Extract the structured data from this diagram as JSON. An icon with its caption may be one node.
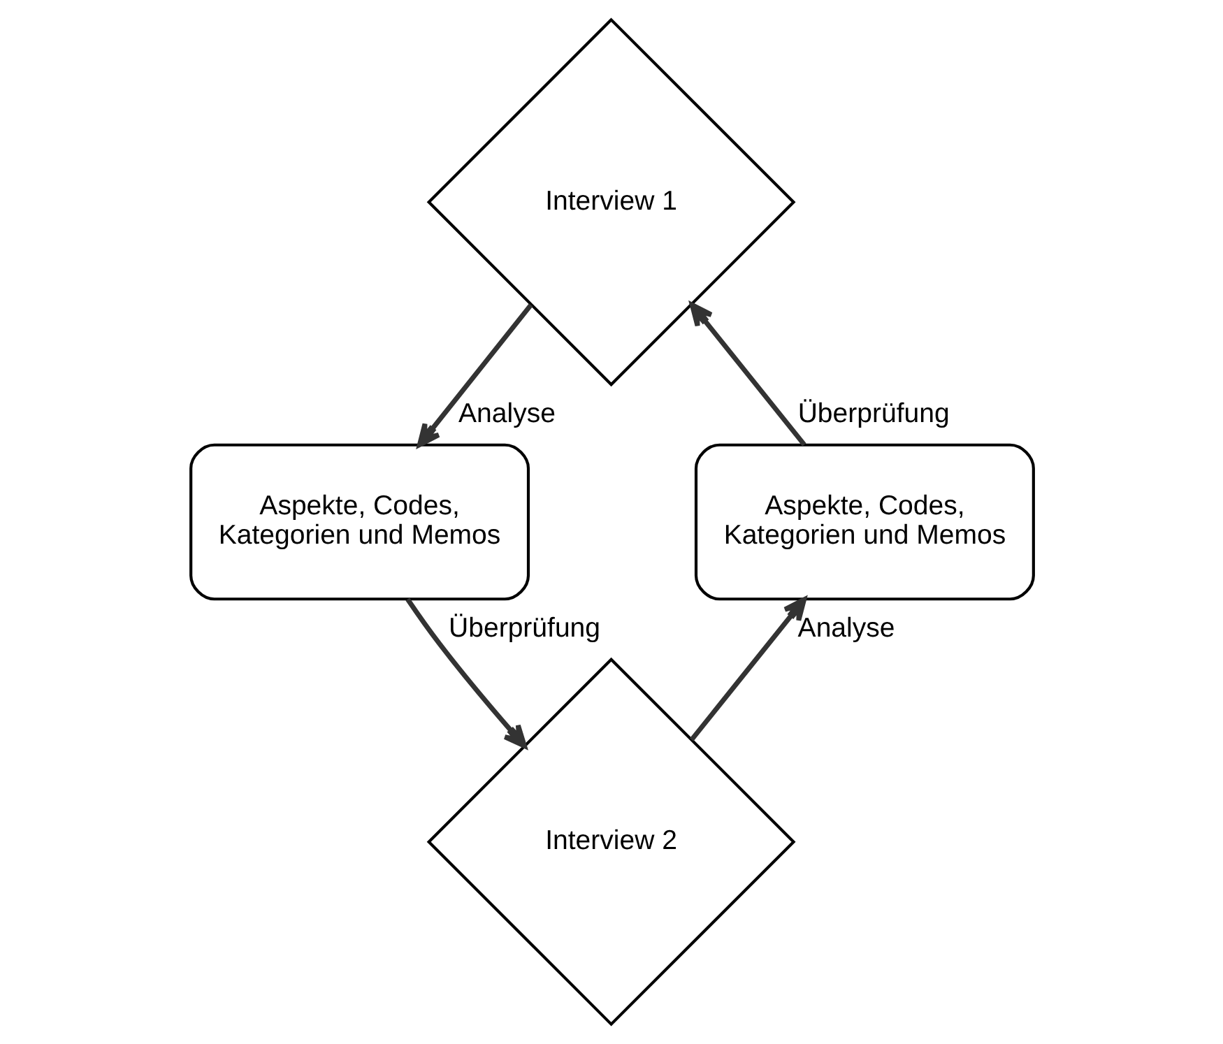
{
  "diagram": {
    "nodes": [
      {
        "text": [
          "Interview 1"
        ]
      },
      {
        "text": [
          "Aspekte, Codes, Kategorien und Memos"
        ]
      },
      {
        "text": [
          "Interview 2"
        ]
      },
      {
        "text": [
          "Aspekte, Codes, Kategorien und Memos"
        ]
      }
    ],
    "edges": [
      {
        "from": 0,
        "to": 1,
        "arrow": "to",
        "label": "Analyse"
      },
      {
        "from": 1,
        "to": 2,
        "arrow": "to",
        "label": "Überprüfung"
      },
      {
        "from": 2,
        "to": 3,
        "arrow": "to",
        "label": "Analyse"
      },
      {
        "from": 3,
        "to": 0,
        "arrow": "to",
        "label": "Überprüfung"
      }
    ]
  }
}
